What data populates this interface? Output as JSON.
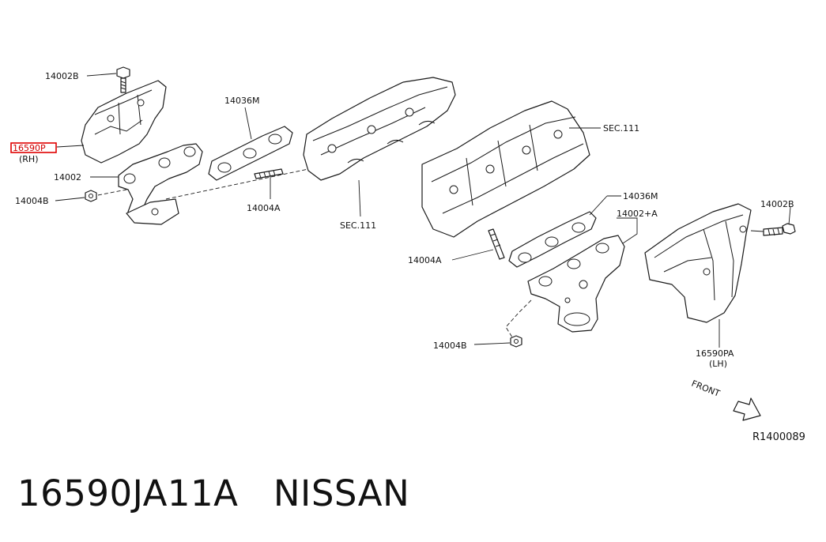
{
  "labels": {
    "bolt_rh": "14002B",
    "gasket_rh": "14036M",
    "cover_rh_part": "16590P",
    "cover_rh_side": "(RH)",
    "manifold_rh": "14002",
    "nut_rh": "14004B",
    "stud_rh": "14004A",
    "sec_head_rh": "SEC.111",
    "sec_head_lh": "SEC.111",
    "gasket_lh": "14036M",
    "manifold_lh": "14002+A",
    "bolt_lh": "14002B",
    "stud_lh": "14004A",
    "nut_lh": "14004B",
    "cover_lh_part": "16590PA",
    "cover_lh_side": "(LH)",
    "front": "FRONT",
    "diagram_id": "R1400089"
  },
  "caption": {
    "part_number": "16590JA11A",
    "brand": "NISSAN"
  }
}
